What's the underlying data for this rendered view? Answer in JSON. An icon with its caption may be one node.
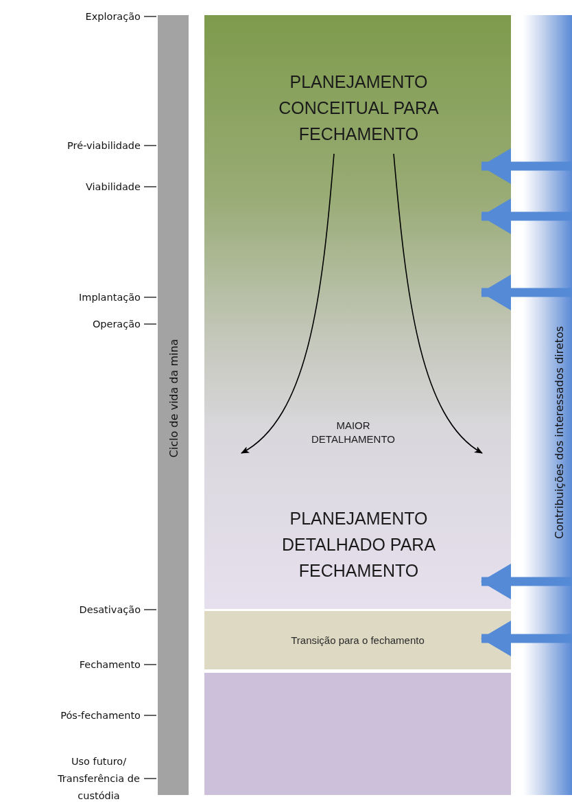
{
  "diagram": {
    "nodes": [
      {
        "text": [
          "Ciclo de vida da mina"
        ]
      },
      {
        "text": [],
        "shape": "box"
      },
      {
        "text": [
          "PLANEJAMENTO CONCEITUAL PARA FECHAMENTO"
        ],
        "in": 1
      },
      {
        "text": [
          "PLANEJAMENTO DETALHADO PARA FECHAMENTO"
        ],
        "in": 1
      },
      {
        "text": [
          "Transição para o fechamento"
        ]
      },
      {
        "text": [],
        "shape": "box"
      },
      {
        "text": [
          "Contribuições dos interessados diretos"
        ]
      }
    ],
    "edges": [
      {
        "from": 2,
        "to": null,
        "arrow": "to",
        "color": "#000000"
      },
      {
        "from": 2,
        "to": null,
        "arrow": "to",
        "color": "#000000"
      },
      {
        "from": 6,
        "to": 1,
        "arrow": "to"
      },
      {
        "from": 6,
        "to": 1,
        "arrow": "to"
      },
      {
        "from": 6,
        "to": 1,
        "arrow": "to"
      },
      {
        "from": 6,
        "to": 1,
        "arrow": "to"
      },
      {
        "from": 6,
        "to": 4,
        "arrow": "to"
      }
    ],
    "labels": [
      "Exploração",
      "Pré-viabilidade",
      "Viabilidade",
      "Implantação",
      "Operação",
      "Desativação",
      "Fechamento",
      "Pós-fechamento",
      "Uso futuro/ Transferência de custódia",
      "MAIOR DETALHAMENTO"
    ]
  }
}
